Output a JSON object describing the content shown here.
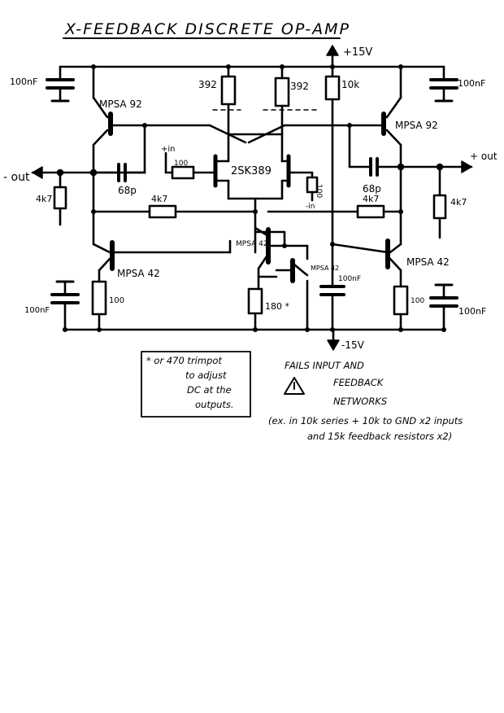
{
  "title": "X-FEEDBACK DISCRETE OP-AMP",
  "rails": {
    "positive": "+15V",
    "negative": "-15V"
  },
  "labels": {
    "cap_tl": "100nF",
    "cap_tr": "100nF",
    "cap_bl": "100nF",
    "cap_br": "100nF",
    "cap_mid": "100nF",
    "q_tl": "MPSA 92",
    "q_tr": "MPSA 92",
    "q_bl": "MPSA 42",
    "q_br": "MPSA 42",
    "q_mid1": "MPSA 42",
    "q_mid2": "MPSA 42",
    "jfet": "2SK389",
    "r_392a": "392",
    "r_392b": "392",
    "r_10k": "10k",
    "r_100a": "100",
    "r_100b": "100",
    "r_100c": "100",
    "r_100d": "100",
    "r_180": "180 *",
    "r_4k7a": "4k7",
    "r_4k7b": "4k7",
    "r_4k7c": "4k7",
    "r_4k7d": "4k7",
    "c_68pa": "68p",
    "c_68pb": "68p",
    "in_plus": "+in",
    "in_minus": "-in",
    "out_minus": "- out",
    "out_plus": "+ out"
  },
  "notes": {
    "box_lines": [
      "* or 470 trimpot",
      "to adjust",
      "DC at the",
      "outputs."
    ],
    "warn_lines": [
      "FAILS  INPUT AND",
      "FEEDBACK",
      "NETWORKS"
    ],
    "example_lines": [
      "(ex. in 10k series + 10k to GND x2 inputs",
      "and 15k feedback resistors x2)"
    ]
  }
}
